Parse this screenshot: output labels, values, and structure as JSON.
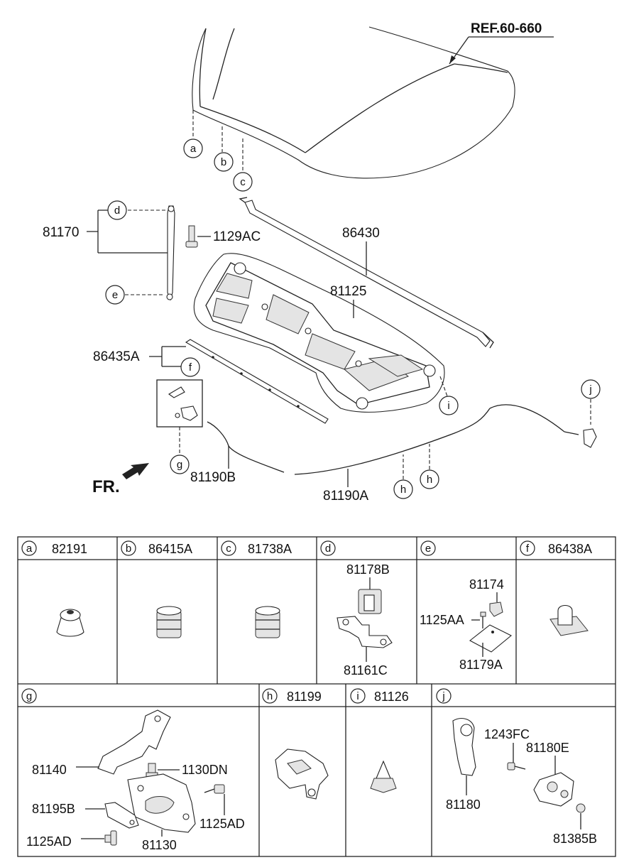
{
  "diagram": {
    "ref_label": "REF.60-660",
    "front_label": "FR.",
    "callouts": {
      "a": "a",
      "b": "b",
      "c": "c",
      "d": "d",
      "e": "e",
      "f": "f",
      "g": "g",
      "h": "h",
      "i": "i",
      "j": "j"
    },
    "parts": {
      "p81170": "81170",
      "p1129AC": "1129AC",
      "p86430": "86430",
      "p81125": "81125",
      "p86435A": "86435A",
      "p81190B": "81190B",
      "p81190A": "81190A"
    }
  },
  "table": {
    "row1": [
      {
        "letter": "a",
        "part": "82191"
      },
      {
        "letter": "b",
        "part": "86415A"
      },
      {
        "letter": "c",
        "part": "81738A"
      },
      {
        "letter": "d",
        "part": ""
      },
      {
        "letter": "e",
        "part": ""
      },
      {
        "letter": "f",
        "part": "86438A"
      }
    ],
    "d_parts": {
      "top": "81178B",
      "bottom": "81161C"
    },
    "e_parts": {
      "top": "81174",
      "left": "1125AA",
      "bottom": "81179A"
    },
    "row2": [
      {
        "letter": "g",
        "part": ""
      },
      {
        "letter": "h",
        "part": "81199"
      },
      {
        "letter": "i",
        "part": "81126"
      },
      {
        "letter": "j",
        "part": ""
      }
    ],
    "g_parts": {
      "p1": "81140",
      "p2": "1130DN",
      "p3": "81195B",
      "p4": "1125AD",
      "p5": "81130",
      "p6": "1125AD"
    },
    "j_parts": {
      "p1": "1243FC",
      "p2": "81180E",
      "p3": "81180",
      "p4": "81385B"
    }
  }
}
